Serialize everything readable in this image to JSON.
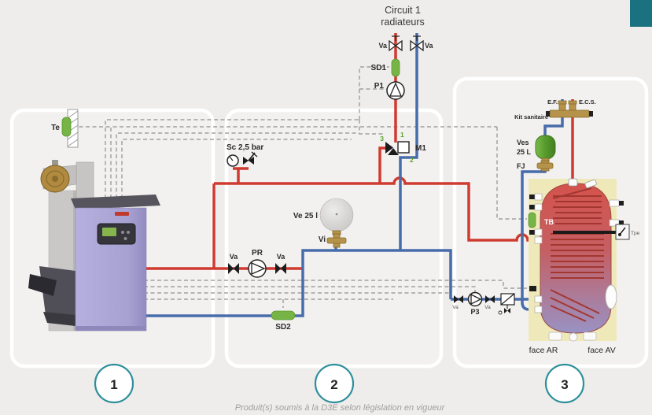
{
  "labels": {
    "circuit_title_1": "Circuit 1",
    "circuit_title_2": "radiateurs",
    "va": "Va",
    "sd1": "SD1",
    "p1": "P1",
    "m1": "M1",
    "port_3": "3",
    "port_1": "1",
    "port_2": "2",
    "sc": "Sc 2,5 bar",
    "ve": "Ve 25 l",
    "vi": "Vi",
    "pr": "PR",
    "te": "Te",
    "sd2": "SD2",
    "p3": "P3",
    "ef": "E.F.",
    "ecs": "E.C.S.",
    "kit_sanitaire": "Kit sanitaire",
    "ves_line1": "Ves",
    "ves_line2": "25 L",
    "fj": "FJ",
    "tb": "TB",
    "tpe": "Tpe",
    "face_ar": "face AR",
    "face_av": "face AV",
    "num1": "1",
    "num2": "2",
    "num3": "3",
    "caption": "Produit(s) soumis à la D3E selon législation en vigueur"
  },
  "colors": {
    "pipe_hot": "#cf3b31",
    "pipe_cold": "#476cab",
    "sensor_green": "#76b445",
    "accent_teal": "#1a717f",
    "panel_bg": "#f2f1ef",
    "page_bg": "#eeedeb",
    "tank_panel_yellow": "#efe9ba"
  }
}
